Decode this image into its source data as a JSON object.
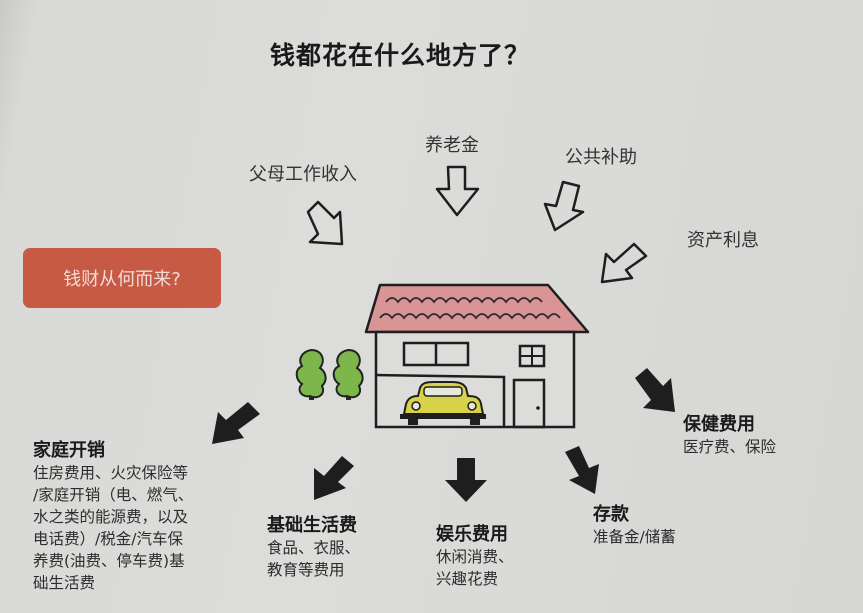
{
  "title": "钱都花在什么地方了？",
  "income_badge": "钱财从何而来?",
  "income_sources": [
    {
      "label": "父母工作收入"
    },
    {
      "label": "养老金"
    },
    {
      "label": "公共补助"
    },
    {
      "label": "资产利息"
    }
  ],
  "expense_categories": [
    {
      "title": "家庭开销",
      "lines": [
        "住房费用、火灾保险等",
        "/家庭开销（电、燃气、",
        "水之类的能源费，以及",
        "电话费）/税金/汽车保",
        "养费(油费、停车费)基",
        "础生活费"
      ]
    },
    {
      "title": "基础生活费",
      "lines": [
        "食品、衣服、",
        "教育等费用"
      ]
    },
    {
      "title": "娱乐费用",
      "lines": [
        "休闲消费、",
        "兴趣花费"
      ]
    },
    {
      "title": "存款",
      "lines": [
        "准备金/储蓄"
      ]
    },
    {
      "title": "保健费用",
      "lines": [
        "医疗费、保险"
      ]
    }
  ],
  "colors": {
    "badge": "#c65a45",
    "roof": "#d99595",
    "tree": "#7db64a",
    "car": "#d8d24a",
    "arrow_fill": "#1e1e1e"
  }
}
